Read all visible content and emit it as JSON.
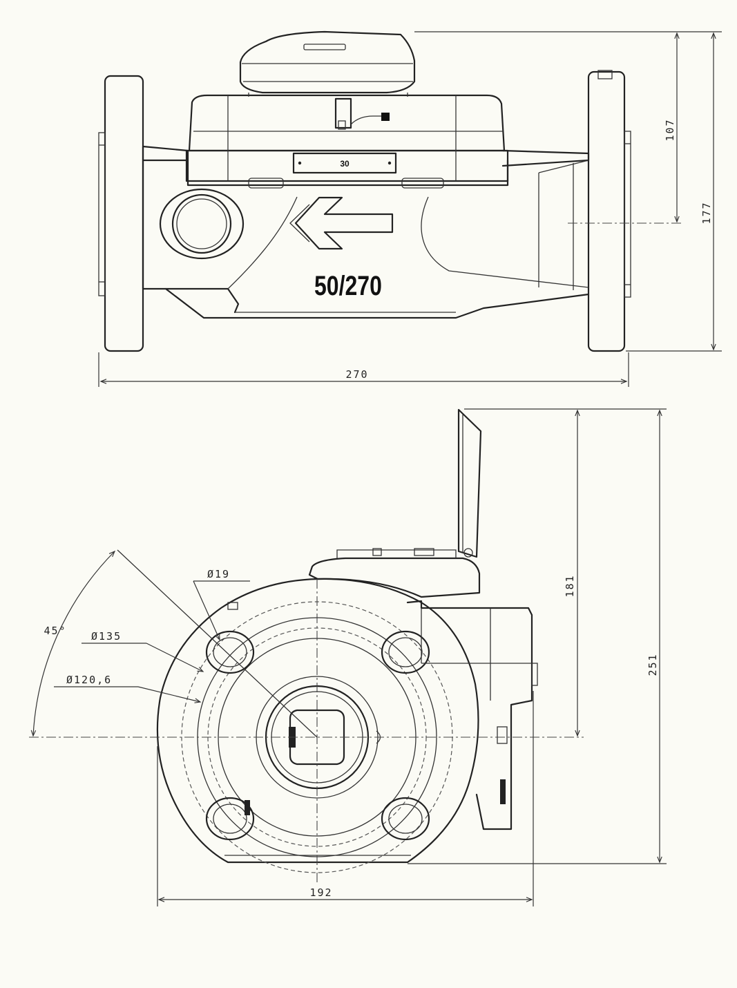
{
  "front_view": {
    "model_marking": "50/270",
    "plate_text": "30",
    "dimensions": {
      "overall_length": "270",
      "height_to_axis": "107",
      "total_height": "177"
    }
  },
  "side_view": {
    "dimensions": {
      "bolt_hole_diameter": "Ø19",
      "flange_outer_diameter": "Ø135",
      "bolt_circle_diameter": "Ø120,6",
      "bolt_angle": "45°",
      "axis_to_lid_top": "181",
      "overall_height_lid_open": "251",
      "overall_width": "192"
    }
  }
}
